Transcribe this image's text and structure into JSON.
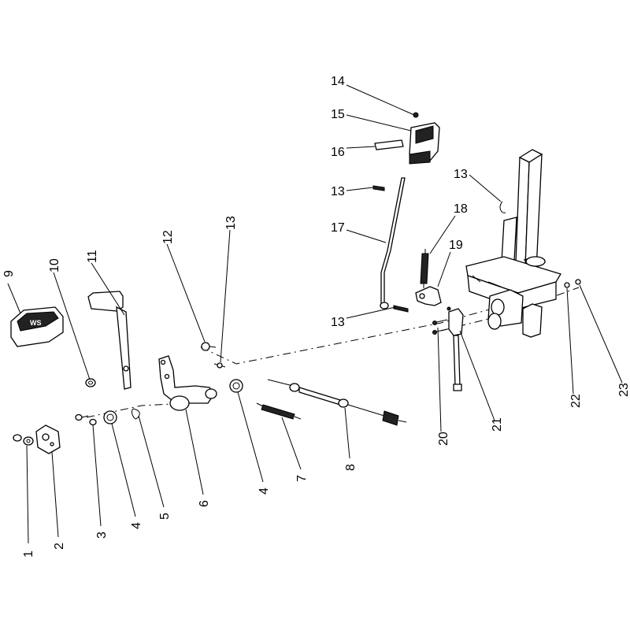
{
  "callouts": {
    "c1": "1",
    "c2": "2",
    "c3": "3",
    "c4a": "4",
    "c4b": "4",
    "c5": "5",
    "c6": "6",
    "c7": "7",
    "c8": "8",
    "c9": "9",
    "c10": "10",
    "c11": "11",
    "c12": "12",
    "c13a": "13",
    "c13b": "13",
    "c13c": "13",
    "c13d": "13",
    "c14": "14",
    "c15": "15",
    "c16": "16",
    "c17": "17",
    "c18": "18",
    "c19": "19",
    "c20": "20",
    "c21": "21",
    "c22": "22",
    "c23": "23"
  }
}
